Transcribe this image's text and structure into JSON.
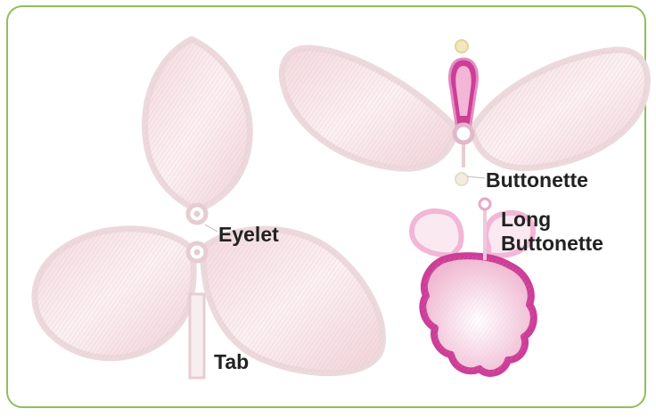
{
  "labels": {
    "eyelet": "Eyelet",
    "buttonette": "Buttonette",
    "long_buttonette_line1": "Long",
    "long_buttonette_line2": "Buttonette",
    "tab": "Tab"
  },
  "colors": {
    "frame_border": "#8fbf5a",
    "petal_fill": "#f6e6ea",
    "petal_outline": "#e8d2d6",
    "accent_magenta": "#cc3e98",
    "accent_light_pink": "#f2b6d6"
  }
}
